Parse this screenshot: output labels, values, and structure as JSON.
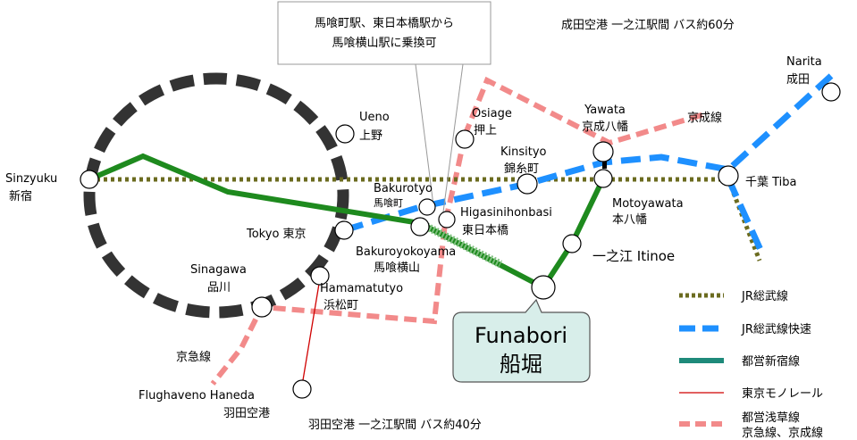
{
  "notes": {
    "narita_bus": "成田空港 一之江駅間 バス約60分",
    "haneda_bus": "羽田空港 一之江駅間 バス約40分",
    "transfer_callout_line1": "馬喰町駅、東日本橋駅から",
    "transfer_callout_line2": "馬喰横山駅に乗換可"
  },
  "home": {
    "name_en": "Funabori",
    "name_jp": "船堀"
  },
  "stations": {
    "sinzyuku": {
      "en": "Sinzyuku",
      "jp": "新宿"
    },
    "ueno": {
      "en": "Ueno",
      "jp": "上野"
    },
    "osiage": {
      "en": "Osiage",
      "jp": "押上"
    },
    "yawata": {
      "en": "Yawata",
      "jp": "京成八幡"
    },
    "narita": {
      "en": "Narita",
      "jp": "成田"
    },
    "keisei_line_label": "京成線",
    "kinsityo": {
      "en": "Kinsityo",
      "jp": "錦糸町"
    },
    "tiba": {
      "label": "千葉 Tiba"
    },
    "bakurotyo": {
      "en": "Bakurotyo",
      "jp": "馬喰町"
    },
    "higasinihonbasi": {
      "en": "Higasinihonbasi",
      "jp": "東日本橋"
    },
    "motoyawata": {
      "en": "Motoyawata",
      "jp": "本八幡"
    },
    "tokyo": {
      "label": "Tokyo 東京"
    },
    "bakuroyokoyama": {
      "en": "Bakuroyokoyama",
      "jp": "馬喰横山"
    },
    "itinoe": {
      "label": "一之江 Itinoe"
    },
    "sinagawa": {
      "en": "Sinagawa",
      "jp": "品川"
    },
    "hamamatutyo": {
      "en": "Hamamatutyo",
      "jp": "浜松町"
    },
    "keikyu_line_label": "京急線",
    "haneda": {
      "en": "Flughaveno Haneda",
      "jp": "羽田空港"
    }
  },
  "legend": [
    {
      "label": "JR総武線",
      "color": "#6b6b1f",
      "style": "dotted"
    },
    {
      "label": "JR総武線快速",
      "color": "#1e90ff",
      "style": "dashed"
    },
    {
      "label": "都営新宿線",
      "color": "#1e8a7a",
      "style": "solid-thick"
    },
    {
      "label": "東京モノレール",
      "color": "#d00000",
      "style": "solid-thin"
    },
    {
      "label_line1": "都営浅草線",
      "label_line2": "京急線、京成線",
      "color": "#f28a8a",
      "style": "dashed"
    }
  ],
  "colors": {
    "yamanote": "#333333",
    "sobu": "#6b6b1f",
    "sobu_rapid": "#1e90ff",
    "shinjuku_line": "#1e8a1e",
    "monorail": "#d00000",
    "asakusa": "#f28a8a",
    "callout_fill": "#d8eeea"
  }
}
